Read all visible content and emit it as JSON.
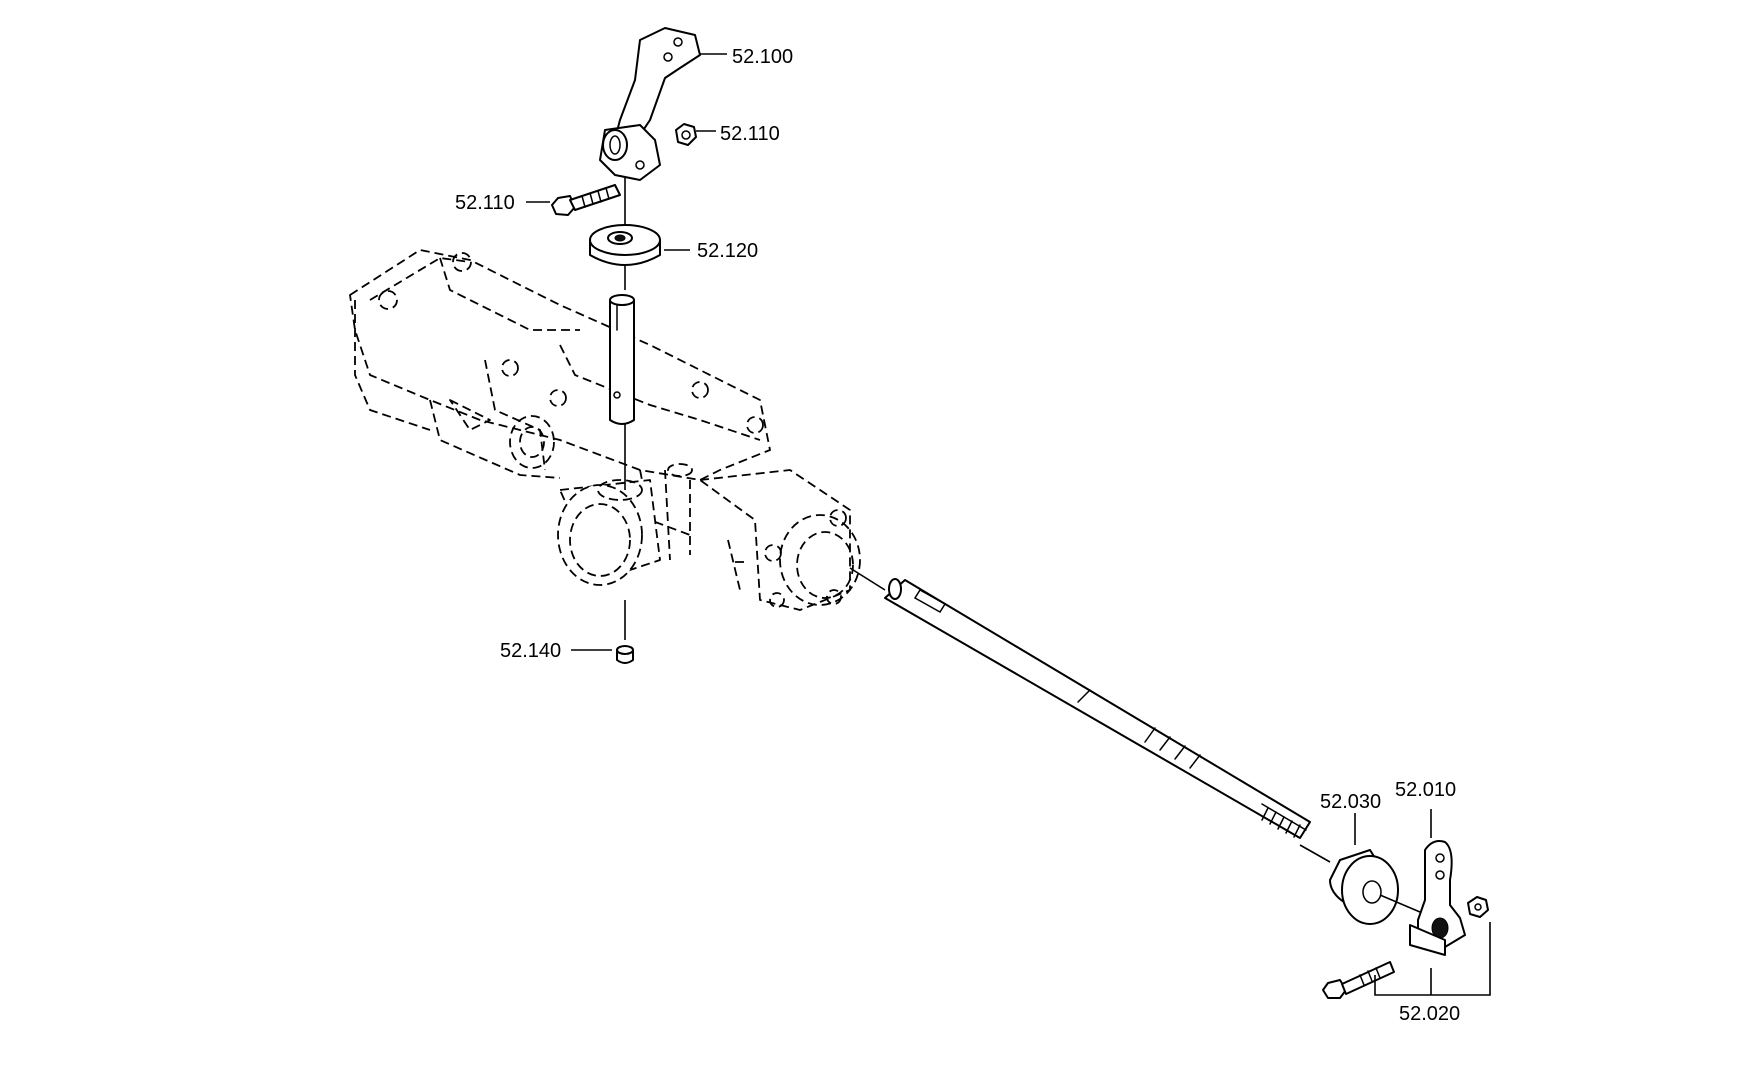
{
  "callouts": [
    {
      "id": "c-52100",
      "label": "52.100"
    },
    {
      "id": "c-52110-nut",
      "label": "52.110"
    },
    {
      "id": "c-52110-bolt",
      "label": "52.110"
    },
    {
      "id": "c-52120",
      "label": "52.120"
    },
    {
      "id": "c-52140",
      "label": "52.140"
    },
    {
      "id": "c-52030",
      "label": "52.030"
    },
    {
      "id": "c-52010",
      "label": "52.010"
    },
    {
      "id": "c-52020",
      "label": "52.020"
    }
  ],
  "colors": {
    "line": "#000000",
    "background": "#ffffff"
  }
}
